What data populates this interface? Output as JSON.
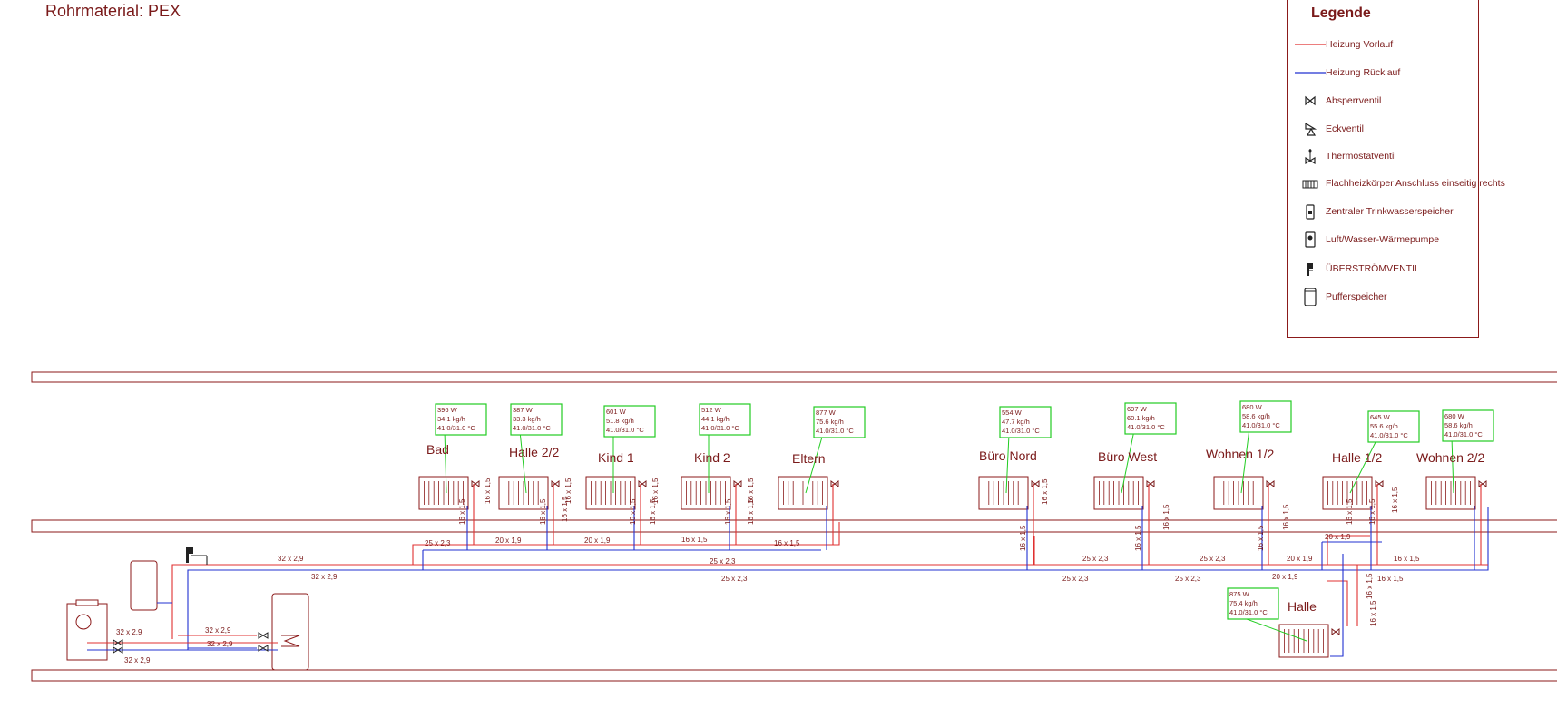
{
  "title": "Rohrmaterial: PEX",
  "legend": {
    "title": "Legende",
    "items": [
      {
        "label": "Heizung Vorlauf",
        "icon": "line-red-icon"
      },
      {
        "label": "Heizung Rücklauf",
        "icon": "line-blue-icon"
      },
      {
        "label": "Absperrventil",
        "icon": "gate-valve-icon"
      },
      {
        "label": "Eckventil",
        "icon": "angle-valve-icon"
      },
      {
        "label": "Thermostatventil",
        "icon": "thermostat-valve-icon"
      },
      {
        "label": "Flachheizkörper Anschluss einseitig rechts",
        "icon": "radiator-icon"
      },
      {
        "label": "Zentraler Trinkwasserspeicher",
        "icon": "water-storage-icon"
      },
      {
        "label": "Luft/Wasser-Wärmepumpe",
        "icon": "heat-pump-icon"
      },
      {
        "label": "ÜBERSTRÖMVENTIL",
        "icon": "overflow-valve-icon"
      },
      {
        "label": "Pufferspeicher",
        "icon": "buffer-tank-icon"
      }
    ]
  },
  "colors": {
    "vorlauf": "#e03030",
    "ruecklauf": "#2030d0",
    "frame": "#8b1a1a",
    "box": "#22cc22",
    "text": "#7a1a1a"
  },
  "radiators": [
    {
      "room": "Bad",
      "power": "396 W",
      "flow": "34.1 kg/h",
      "temp": "41.0/31.0 °C"
    },
    {
      "room": "Halle 2/2",
      "power": "387 W",
      "flow": "33.3 kg/h",
      "temp": "41.0/31.0 °C"
    },
    {
      "room": "Kind 1",
      "power": "601 W",
      "flow": "51.8 kg/h",
      "temp": "41.0/31.0 °C"
    },
    {
      "room": "Kind 2",
      "power": "512 W",
      "flow": "44.1 kg/h",
      "temp": "41.0/31.0 °C"
    },
    {
      "room": "Eltern",
      "power": "877 W",
      "flow": "75.6 kg/h",
      "temp": "41.0/31.0 °C"
    },
    {
      "room": "Büro Nord",
      "power": "554 W",
      "flow": "47.7 kg/h",
      "temp": "41.0/31.0 °C"
    },
    {
      "room": "Büro West",
      "power": "697 W",
      "flow": "60.1 kg/h",
      "temp": "41.0/31.0 °C"
    },
    {
      "room": "Wohnen 1/2",
      "power": "680 W",
      "flow": "58.6 kg/h",
      "temp": "41.0/31.0 °C"
    },
    {
      "room": "Halle 1/2",
      "power": "645 W",
      "flow": "55.6 kg/h",
      "temp": "41.0/31.0 °C"
    },
    {
      "room": "Wohnen 2/2",
      "power": "680 W",
      "flow": "58.6 kg/h",
      "temp": "41.0/31.0 °C"
    },
    {
      "room": "Halle",
      "power": "875 W",
      "flow": "75.4 kg/h",
      "temp": "41.0/31.0 °C"
    }
  ],
  "pipe_labels": [
    "32 x 2,9",
    "25 x 2,3",
    "20 x 1,9",
    "16 x 1,5"
  ]
}
